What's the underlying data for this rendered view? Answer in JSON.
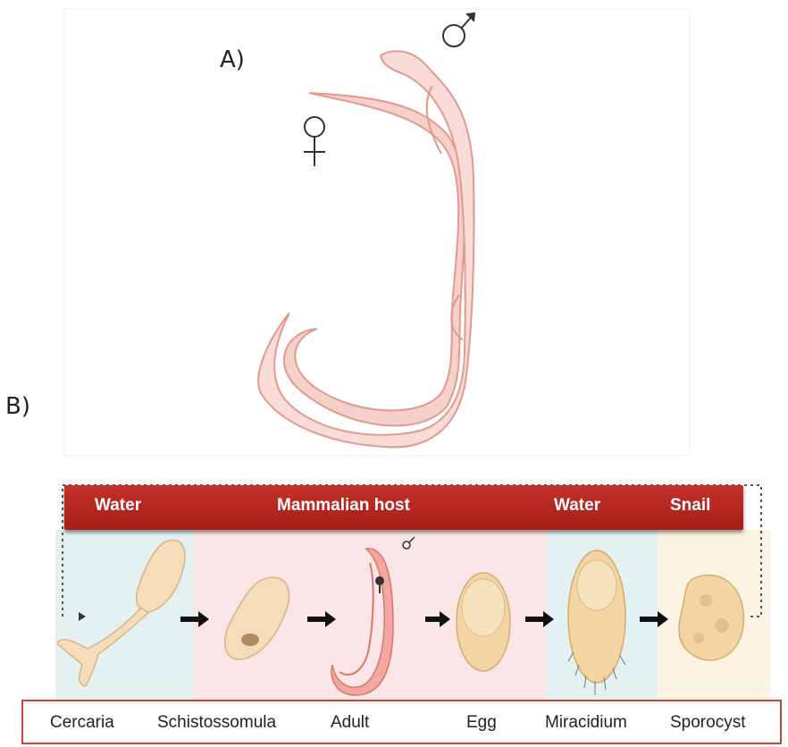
{
  "panels": {
    "a_label": "A)",
    "b_label": "B)"
  },
  "stages": {
    "water_left": "Water",
    "mammalian_host": "Mammalian host",
    "water_right": "Water",
    "snail": "Snail"
  },
  "lifecycle": [
    "Cercaria",
    "Schistossomula",
    "Adult",
    "Egg",
    "Miracidium",
    "Sporocyst"
  ],
  "colors": {
    "worm_fill": "#f6d0cb",
    "worm_stroke": "#e3998c",
    "banner": "#b3231d",
    "caption_border": "#c7443c",
    "water_bg": "#e3f1f2",
    "host_bg": "#fbe5e7",
    "snail_bg": "#fdf3e3"
  },
  "icons": [
    "male-symbol-icon",
    "female-symbol-icon",
    "arrow-right-icon"
  ]
}
